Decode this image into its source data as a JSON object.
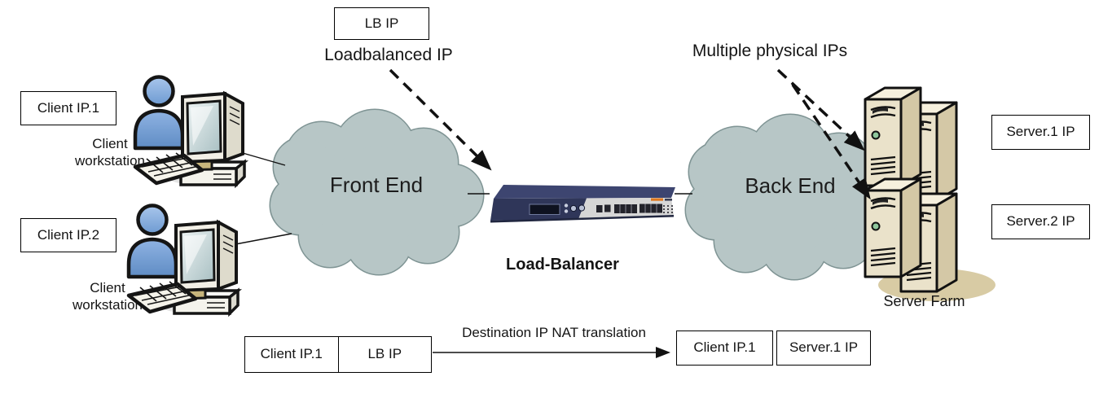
{
  "clients": [
    {
      "ip_label": "Client IP.1",
      "caption": "Client workstation"
    },
    {
      "ip_label": "Client IP.2",
      "caption": "Client workstation"
    }
  ],
  "front_cloud": {
    "label": "Front End"
  },
  "back_cloud": {
    "label": "Back End"
  },
  "load_balancer": {
    "name": "Load-Balancer",
    "vip_box": "LB IP",
    "vip_caption": "Loadbalanced IP"
  },
  "server_farm": {
    "caption": "Server Farm",
    "annotation": "Multiple physical IPs",
    "servers": [
      {
        "ip_label": "Server.1 IP"
      },
      {
        "ip_label": "Server.2 IP"
      }
    ]
  },
  "nat": {
    "arrow_label": "Destination IP NAT translation",
    "before": [
      "Client IP.1",
      "LB IP"
    ],
    "after": [
      "Client IP.1",
      "Server.1 IP"
    ]
  },
  "colors": {
    "cloud_fill": "#b7c6c6",
    "cloud_stroke": "#7f9494",
    "person_blue": "#7fa8dc",
    "server_front": "#eae2ca",
    "server_side": "#d4c8a6",
    "server_led_green": "#8fc79c",
    "appliance_navy": "#2f3659",
    "appliance_orange": "#e0791e",
    "shadow_tan": "#d8cba4",
    "line_black": "#111111"
  }
}
